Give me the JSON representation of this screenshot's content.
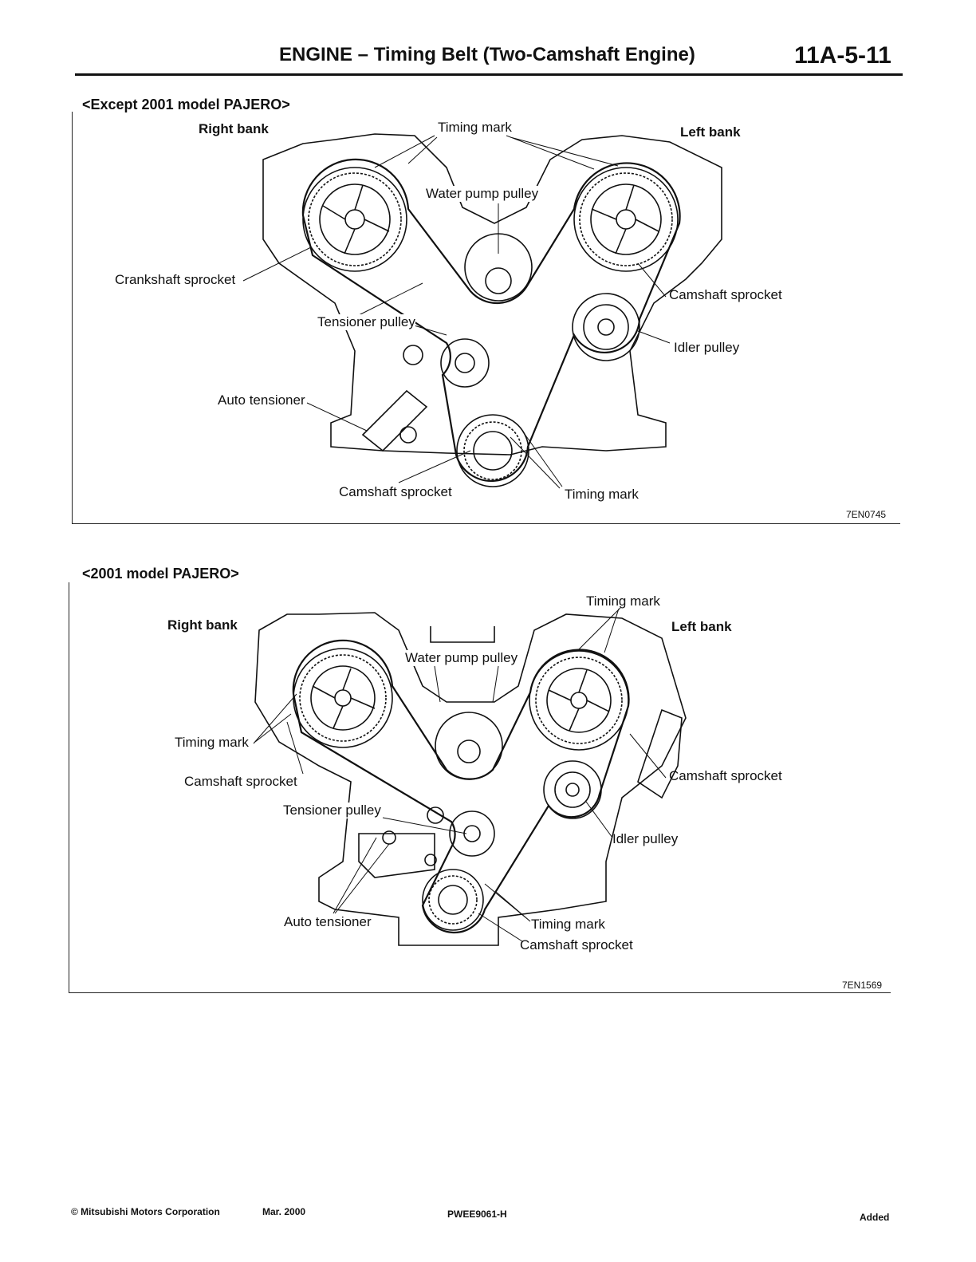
{
  "header": {
    "title": "ENGINE – Timing Belt (Two-Camshaft Engine)",
    "page_number": "11A-5-11"
  },
  "figure1": {
    "section_title": "<Except 2001 model PAJERO>",
    "right_bank": "Right bank",
    "left_bank": "Left bank",
    "labels": {
      "timing_mark_top": "Timing mark",
      "water_pump_pulley": "Water pump pulley",
      "crankshaft_sprocket": "Crankshaft sprocket",
      "camshaft_sprocket_right": "Camshaft sprocket",
      "tensioner_pulley": "Tensioner pulley",
      "idler_pulley": "Idler pulley",
      "auto_tensioner": "Auto tensioner",
      "camshaft_sprocket_bottom": "Camshaft sprocket",
      "timing_mark_bottom": "Timing mark"
    },
    "code": "7EN0745"
  },
  "figure2": {
    "section_title": "<2001 model PAJERO>",
    "right_bank": "Right bank",
    "left_bank": "Left bank",
    "labels": {
      "timing_mark_top": "Timing mark",
      "water_pump_pulley": "Water pump pulley",
      "timing_mark_left": "Timing mark",
      "camshaft_sprocket_left": "Camshaft sprocket",
      "camshaft_sprocket_right": "Camshaft sprocket",
      "tensioner_pulley": "Tensioner pulley",
      "idler_pulley": "Idler pulley",
      "auto_tensioner": "Auto tensioner",
      "timing_mark_bottom": "Timing mark",
      "camshaft_sprocket_bottom": "Camshaft sprocket"
    },
    "code": "7EN1569"
  },
  "footer": {
    "copyright": "© Mitsubishi Motors Corporation",
    "date": "Mar. 2000",
    "doc_id": "PWEE9061-H",
    "status": "Added"
  }
}
